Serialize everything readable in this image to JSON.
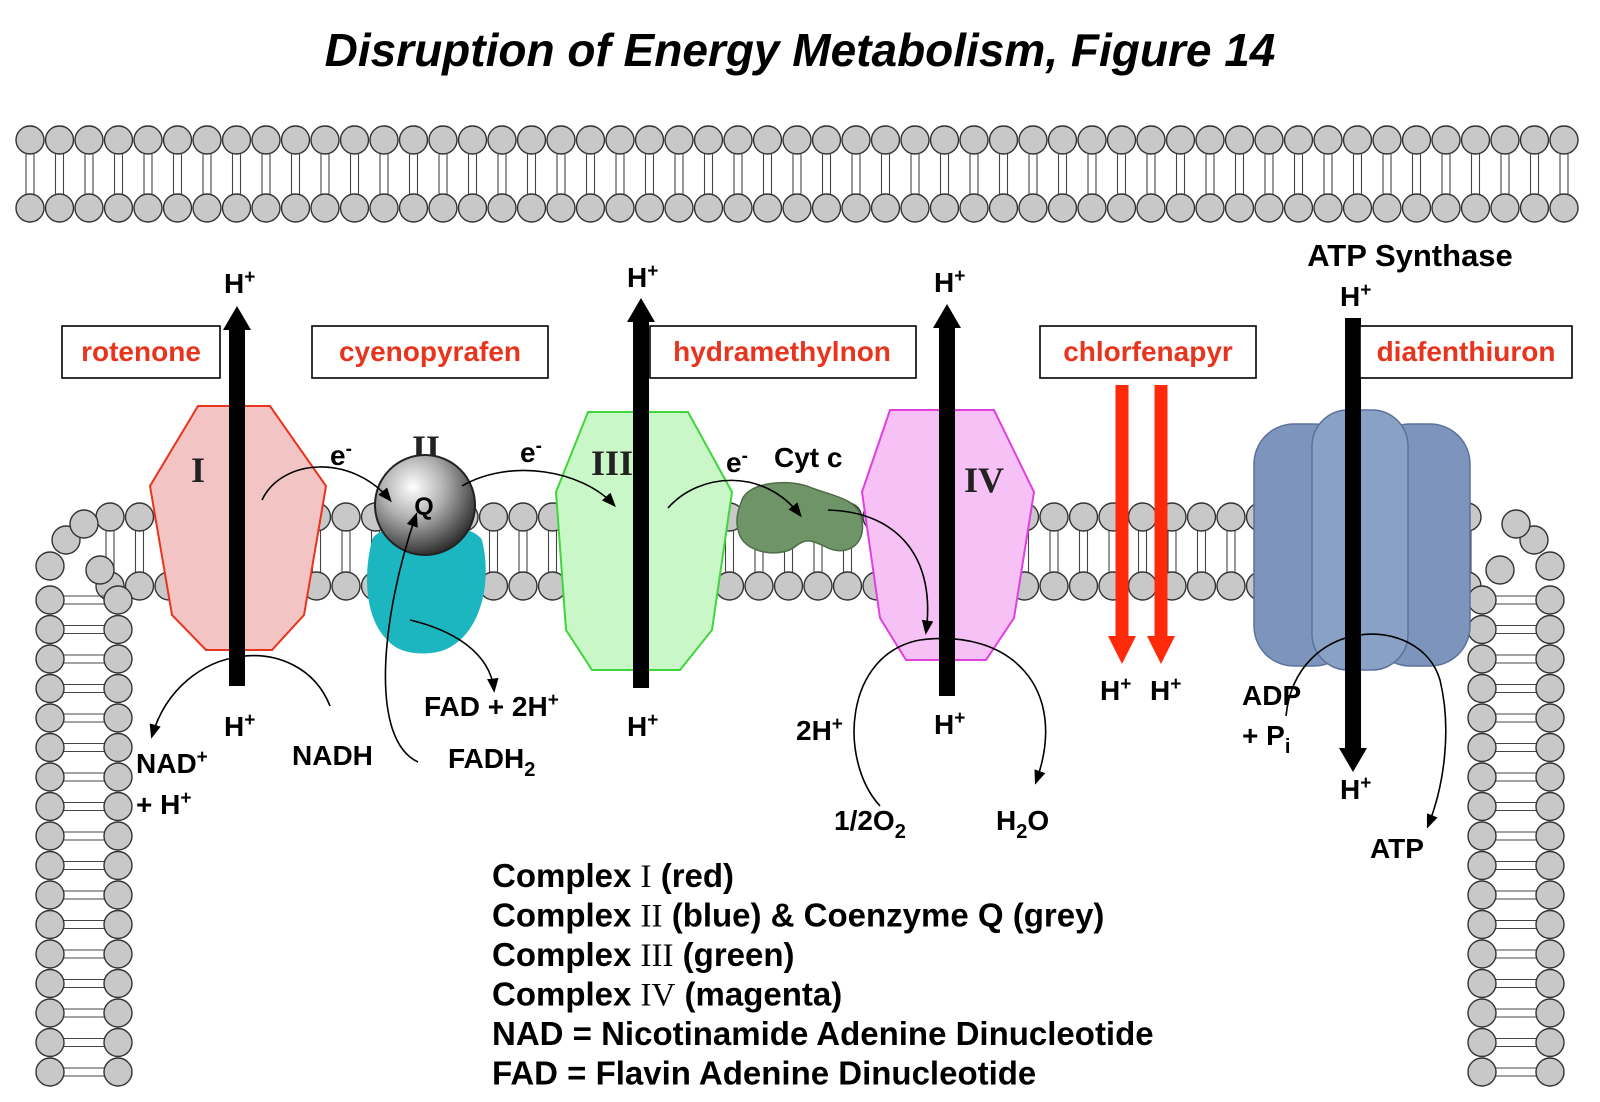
{
  "title": "Disruption of Energy Metabolism, Figure 14",
  "colors": {
    "complex_i": "#f3c4c4",
    "complex_i_stroke": "#e8341c",
    "complex_ii": "#1bb6bf",
    "coenzyme_q": "#9a9a9a",
    "complex_iii": "#c9f7c8",
    "complex_iii_stroke": "#3fd63c",
    "cyt_c": "#6f9467",
    "complex_iv": "#f6c1f4",
    "complex_iv_stroke": "#e040e0",
    "atp_synthase": "#7d95bd",
    "inhibitor_text": "#e8341c",
    "proton_leak_arrow": "#ff2a0a",
    "lipid_head": "#c8c8c8"
  },
  "inhibitors": {
    "rotenone": "rotenone",
    "cyenopyrafen": "cyenopyrafen",
    "hydramethylnon": "hydramethylnon",
    "chlorfenapyr": "chlorfenapyr",
    "diafenthiuron": "diafenthiuron"
  },
  "complexes": {
    "i": "I",
    "ii": "II",
    "iii": "III",
    "iv": "IV",
    "q": "Q",
    "cyt_c": "Cyt c",
    "atp_synthase": "ATP Synthase"
  },
  "labels": {
    "proton": "H",
    "plus": "+",
    "electron": "e",
    "minus": "-",
    "nad_plus": "NAD",
    "plus_h": "+ H",
    "nadh": "NADH",
    "fad_2h": "FAD + 2H",
    "fadh": "FADH",
    "sub2": "2",
    "two_h": "2H",
    "half_o": "1/2O",
    "h2o_h": "H",
    "h2o_o": "O",
    "adp": "ADP",
    "plus_p": "+ P",
    "sub_i": "i",
    "atp": "ATP"
  },
  "legend": [
    {
      "prefix": "Complex ",
      "roman": "I",
      "suffix": " (red)"
    },
    {
      "prefix": "Complex ",
      "roman": "II",
      "suffix": " (blue) & Coenzyme Q (grey)"
    },
    {
      "prefix": "Complex ",
      "roman": "III",
      "suffix": " (green)"
    },
    {
      "prefix": "Complex ",
      "roman": "IV",
      "suffix": " (magenta)"
    },
    {
      "prefix": "NAD = Nicotinamide  Adenine Dinucleotide",
      "roman": "",
      "suffix": ""
    },
    {
      "prefix": "FAD = Flavin  Adenine Dinucleotide",
      "roman": "",
      "suffix": ""
    }
  ]
}
